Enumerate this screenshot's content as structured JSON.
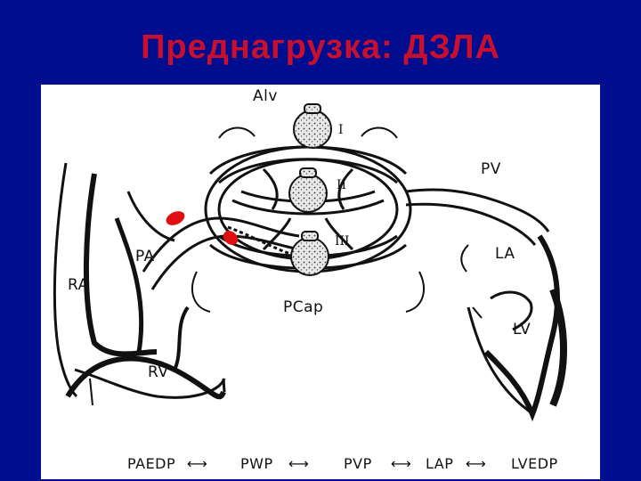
{
  "slide": {
    "title": "Преднагрузка: ДЗЛА"
  },
  "diagram": {
    "labels": {
      "alv": "Alv",
      "pv": "PV",
      "pa": "PA",
      "ra": "RA",
      "rv": "RV",
      "la": "LA",
      "lv": "LV",
      "pcap": "PCap"
    },
    "zones": [
      "I",
      "II",
      "III"
    ],
    "flow": {
      "items": [
        "PAEDP",
        "PWP",
        "PVP",
        "LAP",
        "LVEDP"
      ],
      "arrow": "⟷"
    },
    "colors": {
      "balloon": "#e01010",
      "ink": "#111111",
      "background": "#000d8f",
      "title": "#c8102e"
    }
  }
}
